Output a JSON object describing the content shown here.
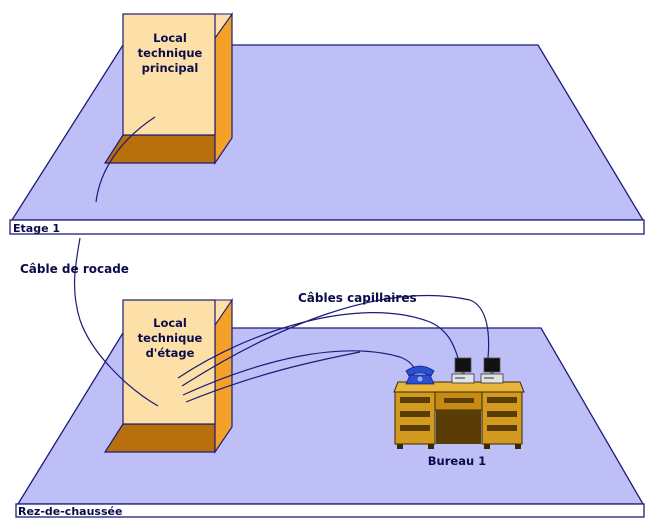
{
  "floors": {
    "upper": {
      "label": "Etage 1"
    },
    "ground": {
      "label": "Rez-de-chaussée"
    }
  },
  "rooms": {
    "main_tech": {
      "line1": "Local",
      "line2": "technique",
      "line3": "principal"
    },
    "floor_tech": {
      "line1": "Local",
      "line2": "technique",
      "line3": "d'étage"
    }
  },
  "callouts": {
    "riser_cable": "Câble de rocade",
    "horizontal_cables": "Câbles capillaires"
  },
  "office": {
    "label": "Bureau 1"
  },
  "colors": {
    "floor_fill": "#bfbff8",
    "floor_edge": "#1c1c78",
    "wall_face": "#fde0a8",
    "wall_side": "#f4a12a",
    "wall_base": "#b8700e",
    "cable": "#1c1c78",
    "desk": "#d29b1f",
    "phone": "#2a4fd0"
  }
}
